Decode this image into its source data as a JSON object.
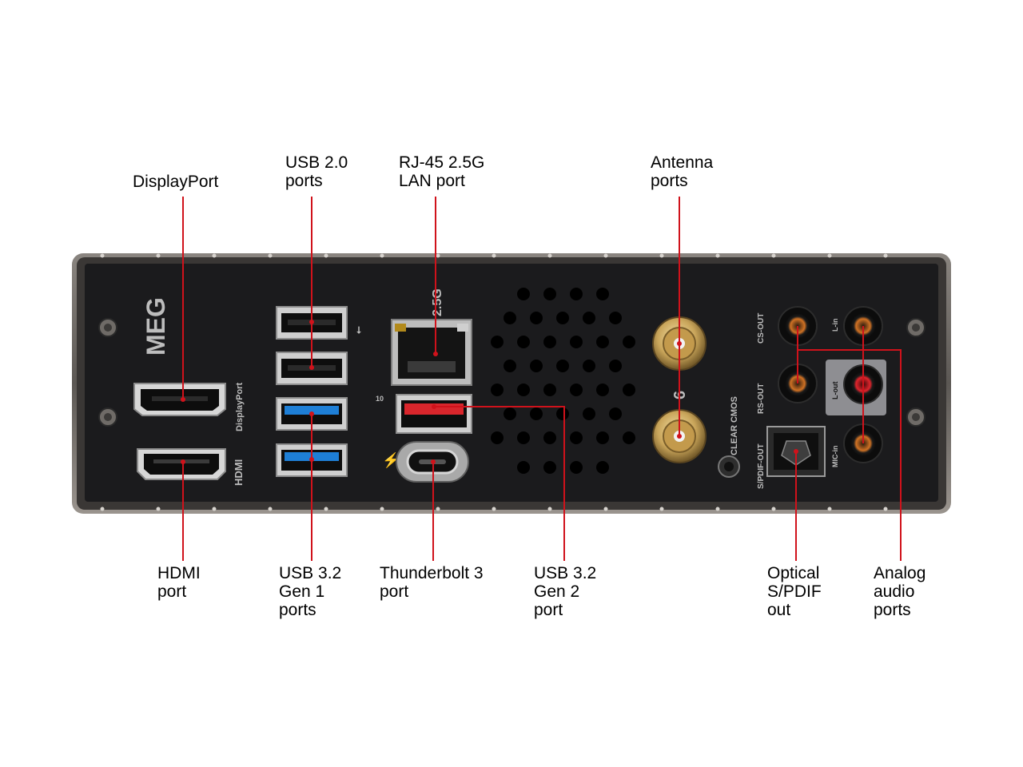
{
  "labels": {
    "displayport": [
      "DisplayPort"
    ],
    "usb20": [
      "USB 2.0",
      "ports"
    ],
    "rj45": [
      "RJ-45 2.5G",
      "LAN port"
    ],
    "antenna": [
      "Antenna",
      "ports"
    ],
    "hdmi": [
      "HDMI",
      "port"
    ],
    "usb32g1": [
      "USB 3.2",
      "Gen 1",
      "ports"
    ],
    "thunderbolt": [
      "Thunderbolt 3",
      "port"
    ],
    "usb32g2": [
      "USB 3.2",
      "Gen 2",
      "port"
    ],
    "optical": [
      "Optical",
      "S/PDIF",
      "out"
    ],
    "analog": [
      "Analog",
      "audio",
      "ports"
    ]
  },
  "silkscreen": {
    "logo": "MEG",
    "displayport": "DisplayPort",
    "hdmi": "HDMI",
    "lan_speed": "2.5G",
    "usb_10": "10",
    "clear_cmos": "CLEAR CMOS",
    "cs_out": "CS-OUT",
    "rs_out": "RS-OUT",
    "spdif_out": "S/PDIF-OUT",
    "l_in": "L-in",
    "l_out": "L-out",
    "mic_in": "MIC-in",
    "wifi_badge": "6"
  },
  "colors": {
    "leader_line": "#d0121b",
    "plate": "#1b1b1d",
    "usb3_blue": "#1e7fd6",
    "usb32g2_red": "#d9262c",
    "antenna_gold": "#c9a55a",
    "audio_orange": "#c8641c"
  }
}
